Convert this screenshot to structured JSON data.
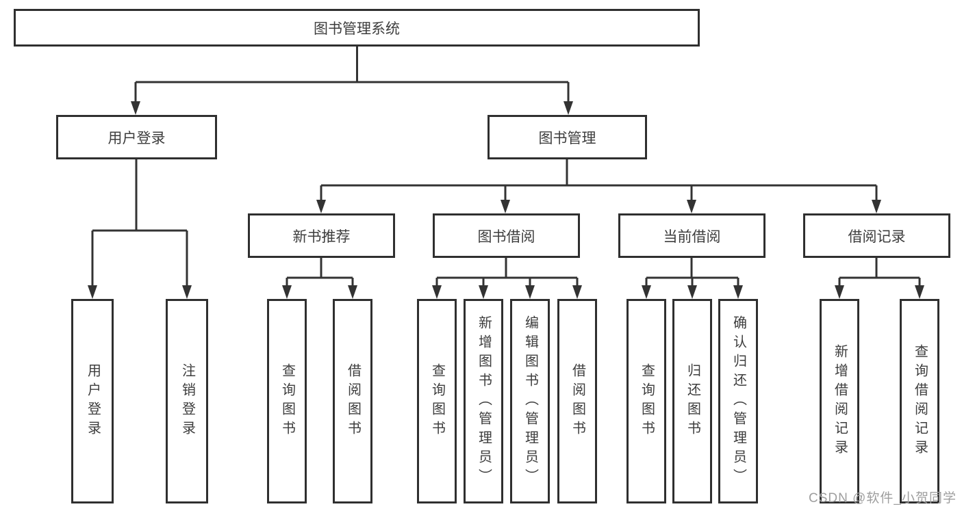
{
  "tree": {
    "root": "图书管理系统",
    "login": {
      "label": "用户登录",
      "children": [
        "用户登录",
        "注销登录"
      ]
    },
    "manage": {
      "label": "图书管理",
      "groups": [
        {
          "label": "新书推荐",
          "children": [
            "查询图书",
            "借阅图书"
          ]
        },
        {
          "label": "图书借阅",
          "children": [
            "查询图书",
            "新增图书（管理员）",
            "编辑图书（管理员）",
            "借阅图书"
          ]
        },
        {
          "label": "当前借阅",
          "children": [
            "查询图书",
            "归还图书",
            "确认归还（管理员）"
          ]
        },
        {
          "label": "借阅记录",
          "children": [
            "新增借阅记录",
            "查询借阅记录"
          ]
        }
      ]
    }
  },
  "watermark": "CSDN @软件_小贺同学",
  "colors": {
    "line": "#333333",
    "border": "#2f2f2f",
    "text": "#3d3d3d",
    "watermark": "#9e9e9e",
    "background": "#ffffff"
  }
}
